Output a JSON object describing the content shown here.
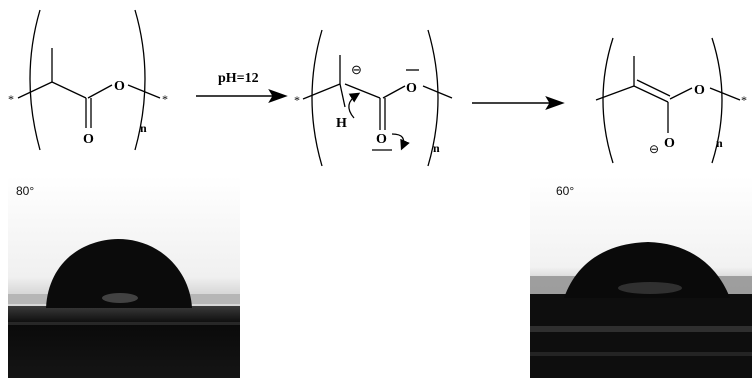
{
  "scheme": {
    "reagent": "pH=12",
    "polymer_subscript": "n",
    "end_group": "*",
    "oxygen": "O",
    "hydrogen": "H",
    "carbanion_charge": "⊖",
    "oxide_charge": "⊖"
  },
  "contact_angles": {
    "before": "80°",
    "after": "60°"
  }
}
